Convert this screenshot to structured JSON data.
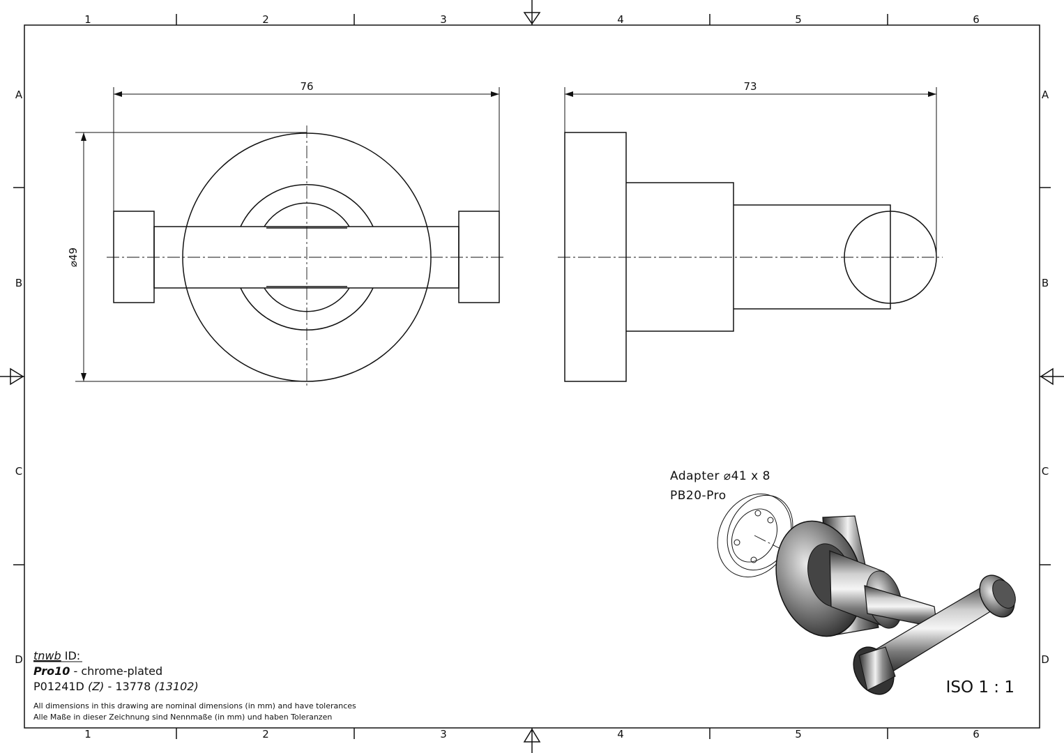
{
  "sheet": {
    "zone_columns": [
      "1",
      "2",
      "3",
      "4",
      "5",
      "6"
    ],
    "zone_rows": [
      "A",
      "B",
      "C",
      "D"
    ]
  },
  "dimensions": {
    "front_width": "76",
    "front_diameter": "⌀49",
    "side_depth": "73"
  },
  "adapter": {
    "line1": "Adapter ⌀41 x 8",
    "line2": "PB20-Pro"
  },
  "title_block": {
    "id_label_italic": "tnwb",
    "id_label_rest": " ID:",
    "product_name": "Pro10",
    "product_finish": " - chrome-plated",
    "article_prefix": "P01241D ",
    "article_variant": "(Z)",
    "article_number": " - 13778 ",
    "article_alt": "(13102)",
    "note_en": "All dimensions in this drawing are nominal dimensions (in mm) and have tolerances",
    "note_de": "Alle Maße in dieser Zeichnung sind Nennmaße (in mm) und haben Toleranzen"
  },
  "scale": "ISO 1 : 1",
  "colors": {
    "line": "#111111",
    "background": "#ffffff",
    "chrome_dark": "#3a3a3a",
    "chrome_light": "#e8e8e8"
  }
}
